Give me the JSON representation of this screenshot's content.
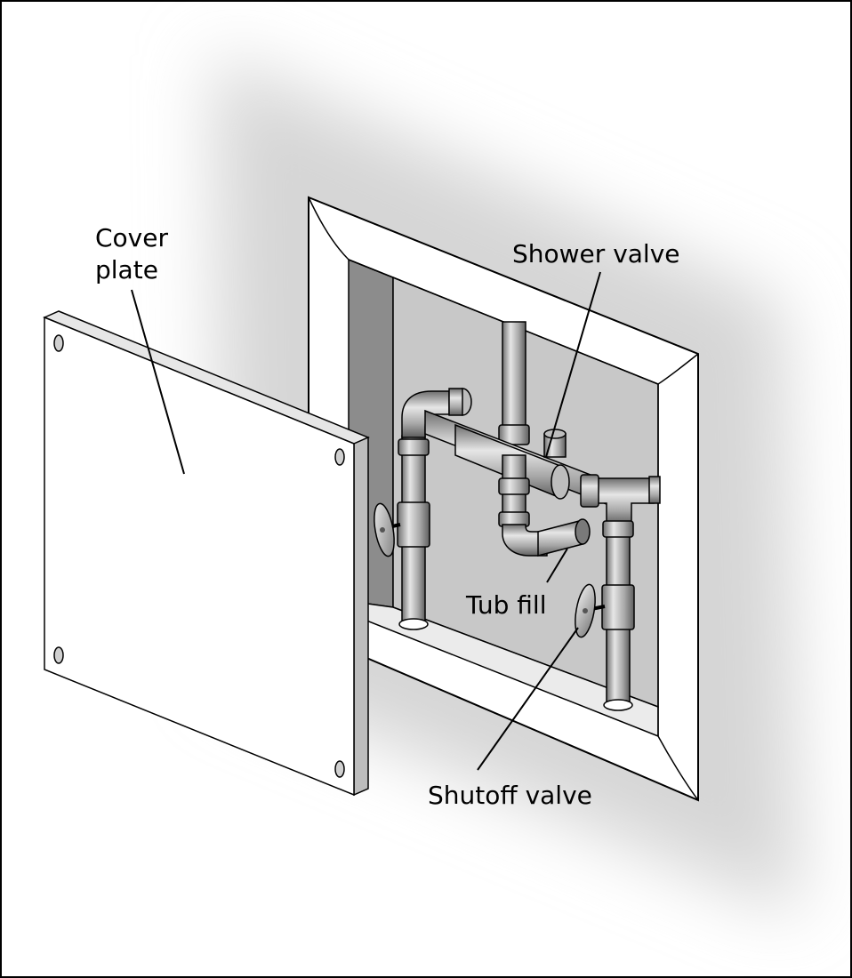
{
  "labels": {
    "cover_plate_line1": "Cover",
    "cover_plate_line2": "plate",
    "shower_valve": "Shower valve",
    "tub_fill": "Tub fill",
    "shutoff_valve": "Shutoff valve"
  },
  "colors": {
    "frame": "#000000",
    "wall_shadow": "#d9d9d9",
    "cavity_back": "#c8c8c8",
    "cavity_side": "#8c8c8c",
    "trim": "#ffffff",
    "pipe": "#9a9a9a",
    "plate_face": "#ffffff",
    "plate_edge": "#cfcfcf"
  }
}
